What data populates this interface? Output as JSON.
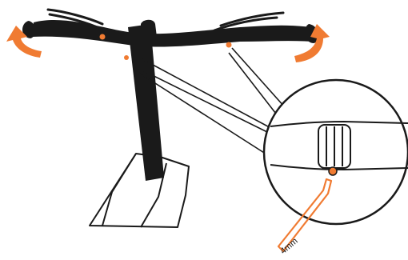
{
  "diagram": {
    "tool_label": "4mm",
    "colors": {
      "outline": "#1a1a1a",
      "accent": "#f07b32",
      "background": "#ffffff"
    },
    "parts": [
      {
        "name": "handlebar"
      },
      {
        "name": "stem"
      },
      {
        "name": "headtube"
      },
      {
        "name": "left-brake-lever"
      },
      {
        "name": "right-brake-lever"
      },
      {
        "name": "left-rotate-arrow"
      },
      {
        "name": "right-rotate-arrow"
      },
      {
        "name": "magnifier-callout"
      },
      {
        "name": "clamp-bolt"
      },
      {
        "name": "hex-key"
      }
    ]
  }
}
